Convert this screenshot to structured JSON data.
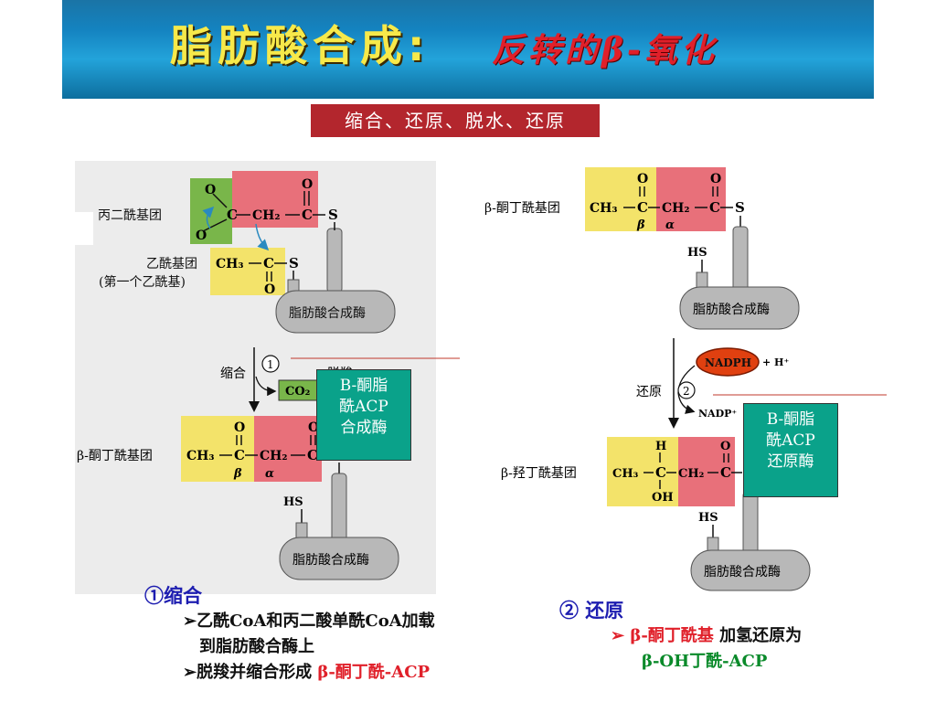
{
  "header": {
    "title_main": "脂肪酸合成:",
    "title_sub": "反转的β-氧化",
    "banner": "缩合、还原、脱水、还原"
  },
  "left_diagram": {
    "label_malonyl": "丙二酰基团",
    "label_acetyl_line1": "乙酰基团",
    "label_acetyl_line2": "(第一个乙酰基)",
    "enzyme": "脂肪酸合成酶",
    "step_number": "1",
    "step_label": "缩合",
    "decarbox_label": "脱羧",
    "co2": "CO₂",
    "product_label": "β-酮丁酰基团",
    "hs": "HS",
    "alpha": "α",
    "beta": "β",
    "o": "O",
    "s": "S",
    "c": "C",
    "ch2": "CH₂",
    "ch3": "CH₃"
  },
  "right_diagram": {
    "substrate_label": "β-酮丁酰基团",
    "enzyme": "脂肪酸合成酶",
    "hs": "HS",
    "step_number": "2",
    "step_label": "还原",
    "nadph": "NADPH",
    "h_plus": "+ H⁺",
    "nadp_plus": "NADP⁺",
    "product_label": "β-羟丁酰基团",
    "h": "H",
    "oh": "OH"
  },
  "callouts": {
    "left": [
      "B-酮脂",
      "酰ACP",
      "合成酶"
    ],
    "right": [
      "B-酮脂",
      "酰ACP",
      "还原酶"
    ]
  },
  "bottom_left": {
    "heading": "①缩合",
    "bullet1_line1": "➢乙酰CoA和丙二酸单酰CoA加载",
    "bullet1_line2": "到脂肪酸合酶上",
    "bullet2_prefix": "➢脱羧并缩合形成",
    "bullet2_highlight": "β-酮丁酰-ACP"
  },
  "bottom_right": {
    "heading": "② 还原",
    "bullet_marker": "➢",
    "bullet_highlight": "β-酮丁酰基",
    "bullet_suffix": "加氢还原为",
    "bullet_line2": "β-OH丁酰-ACP"
  },
  "colors": {
    "header_blue": "#1483c0",
    "title_yellow": "#f7e94a",
    "title_red": "#e0202a",
    "banner_red": "#b3262d",
    "callout_teal": "#0aa28a",
    "box_yellow": "#f3e36a",
    "box_red": "#e8707a",
    "box_green": "#79b64a",
    "enzyme_gray": "#b8b8b8"
  }
}
